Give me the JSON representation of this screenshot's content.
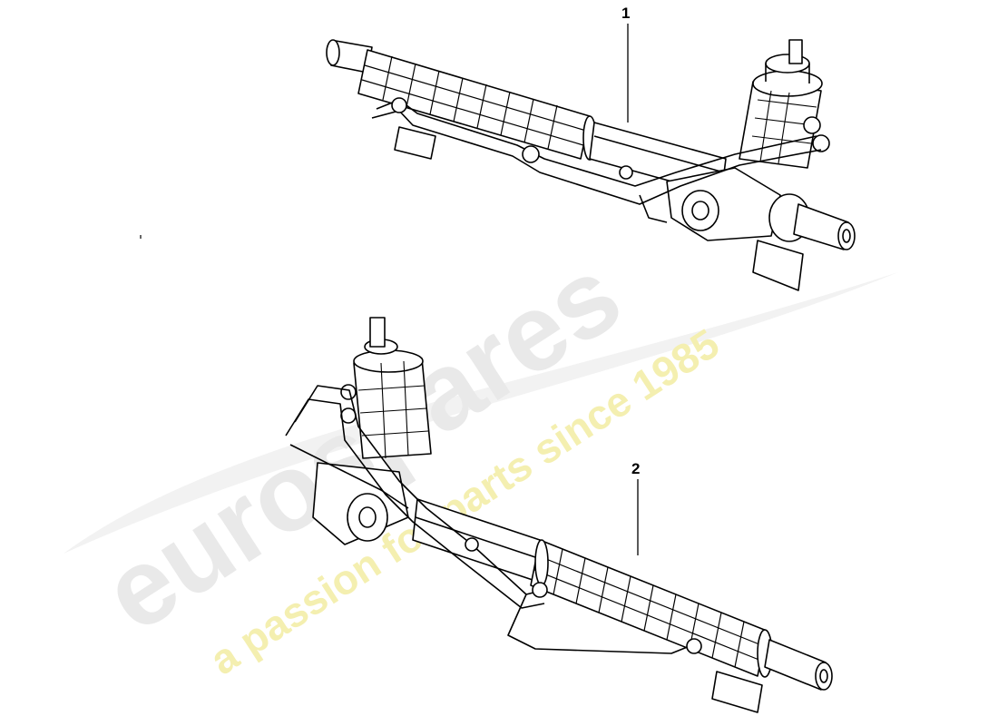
{
  "diagram": {
    "callouts": [
      {
        "id": "1",
        "label": "1"
      },
      {
        "id": "2",
        "label": "2"
      }
    ],
    "watermark": {
      "brand": "eurospares",
      "tagline": "a passion for parts since 1985",
      "brand_color": "#e9e9e9",
      "tagline_color": "#f4efb0"
    },
    "colors": {
      "line": "#000000",
      "background": "#ffffff"
    }
  }
}
